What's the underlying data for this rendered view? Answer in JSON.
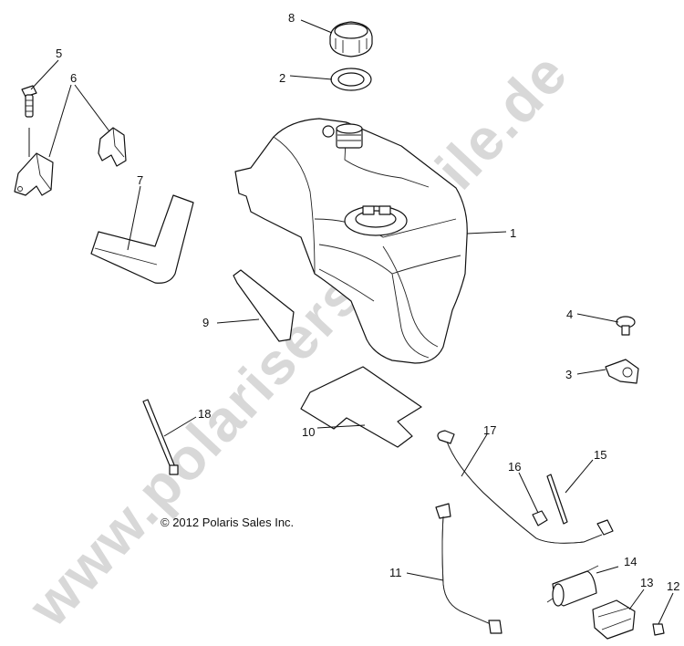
{
  "watermark": "www.polarisersatzteile.de",
  "copyright": "© 2012 Polaris Sales Inc.",
  "callouts": {
    "c1": "1",
    "c2": "2",
    "c3": "3",
    "c4": "4",
    "c5": "5",
    "c6": "6",
    "c7": "7",
    "c8": "8",
    "c9": "9",
    "c10": "10",
    "c11": "11",
    "c12": "12",
    "c13": "13",
    "c14": "14",
    "c15": "15",
    "c16": "16",
    "c17": "17",
    "c18": "18"
  }
}
